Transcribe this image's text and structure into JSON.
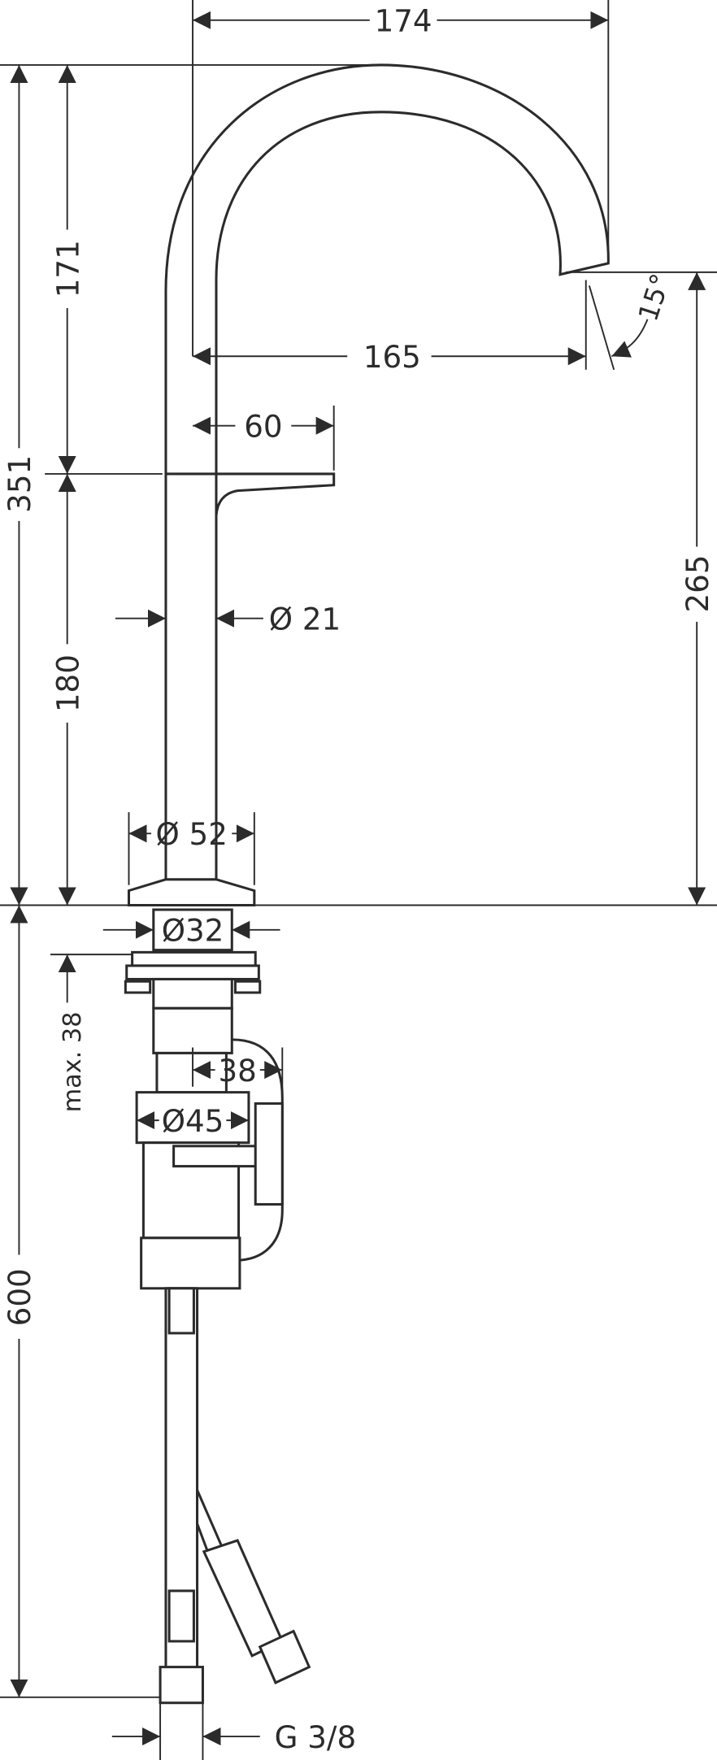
{
  "drawing": {
    "dimensions": {
      "width_total": "174",
      "spout_height": "171",
      "total_height": "351",
      "spout_reach": "165",
      "spout_angle": "15°",
      "lever_length": "60",
      "tube_diameter": "Ø 21",
      "outlet_height": "265",
      "body_height": "180",
      "base_diameter": "Ø 52",
      "shank_diameter": "Ø32",
      "max_counter_thickness": "max. 38",
      "offset": "38",
      "nut_diameter": "Ø45",
      "hose_length": "600",
      "connection_thread": "G 3/8"
    }
  }
}
